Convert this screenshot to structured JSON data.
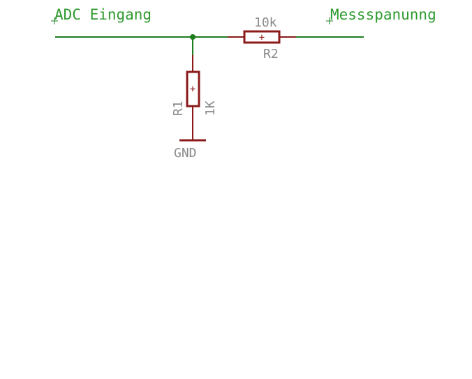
{
  "schematic": {
    "nets": {
      "left_label": "ADC Eingang",
      "right_label": "Messspanunng"
    },
    "resistors": [
      {
        "name": "R2",
        "value": "10k",
        "symbol": "+"
      },
      {
        "name": "R1",
        "value": "1K",
        "symbol": "+"
      }
    ],
    "supply": {
      "label": "GND"
    },
    "colors": {
      "wire": "#1e7d1e",
      "net_label": "#2f9a2f",
      "component": "#8b1a1a",
      "text": "#8a8a8a",
      "junction": "#1e7d1e"
    }
  }
}
